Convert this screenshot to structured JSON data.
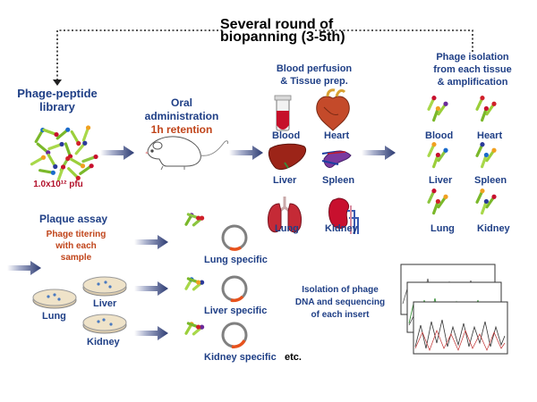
{
  "colors": {
    "label_blue": "#1f3f86",
    "accent_orange": "#c0441a",
    "pfu_red": "#b3122c",
    "arrow_navy": "#2b3a72",
    "plasmid_ring": "#808080",
    "insert_orange": "#e8521c"
  },
  "biopanning": {
    "loop_label_line1": "Several round of",
    "loop_label_line2": "biopanning (3-5th)"
  },
  "library": {
    "title_line1": "Phage-peptide",
    "title_line2": "library",
    "titer": "1.0x10¹² pfu"
  },
  "oral": {
    "line1": "Oral",
    "line2": "administration",
    "retention": "1h retention"
  },
  "perfusion": {
    "line1": "Blood perfusion",
    "line2": "& Tissue prep.",
    "organs": [
      "Blood",
      "Heart",
      "Liver",
      "Spleen",
      "Lung",
      "Kidney"
    ]
  },
  "isolation": {
    "line1": "Phage isolation",
    "line2": "from each tissue",
    "line3": "& amplification",
    "tissues": [
      "Blood",
      "Heart",
      "Liver",
      "Spleen",
      "Lung",
      "Kidney"
    ]
  },
  "plaque": {
    "title": "Plaque assay",
    "line1": "Phage titering",
    "line2": "with each",
    "line3": "sample",
    "dishes": [
      "Lung",
      "Liver",
      "Kidney"
    ]
  },
  "specific": {
    "items": [
      "Lung specific",
      "Liver specific",
      "Kidney specific"
    ],
    "etc": "etc."
  },
  "sequencing": {
    "line1": "Isolation of phage",
    "line2": "DNA and sequencing",
    "line3": "of each insert"
  }
}
